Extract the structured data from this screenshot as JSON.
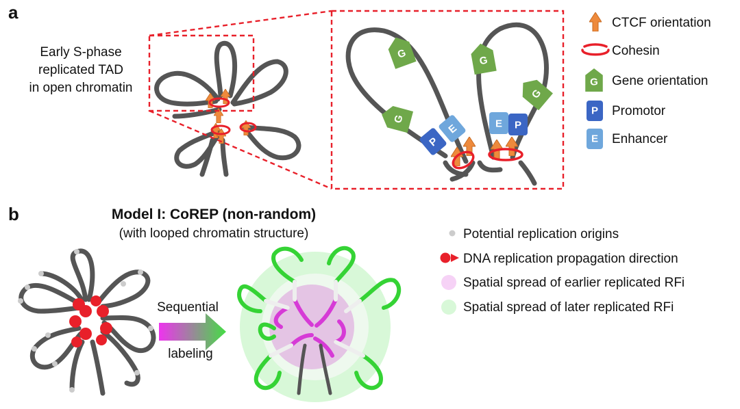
{
  "panel_a": {
    "label": "a",
    "tad_caption": [
      "Early S-phase",
      "replicated TAD",
      "in open chromatin"
    ],
    "legend": [
      {
        "icon": "ctcf-arrow-icon",
        "text": "CTCF orientation"
      },
      {
        "icon": "cohesin-ring-icon",
        "text": "Cohesin"
      },
      {
        "icon": "gene-tag-icon",
        "text": "Gene orientation"
      },
      {
        "icon": "promotor-box-icon",
        "text": "Promotor"
      },
      {
        "icon": "enhancer-box-icon",
        "text": "Enhancer"
      }
    ],
    "badges": {
      "gene": "G",
      "promotor": "P",
      "enhancer": "E"
    }
  },
  "panel_b": {
    "label": "b",
    "title": "Model I: CoREP (non-random)",
    "subtitle": "(with looped chromatin structure)",
    "arrow_label_top": "Sequential",
    "arrow_label_bottom": "labeling",
    "legend": [
      {
        "icon": "origin-dot-icon",
        "text": "Potential replication origins"
      },
      {
        "icon": "replication-direction-icon",
        "text": "DNA replication propagation direction"
      },
      {
        "icon": "magenta-spread-icon",
        "text": "Spatial spread of earlier replicated RFi"
      },
      {
        "icon": "green-spread-icon",
        "text": "Spatial spread of later replicated RFi"
      }
    ]
  },
  "colors": {
    "ctcf": "#ee8a3c",
    "cohesin": "#e8202a",
    "gene": "#6fa84a",
    "promotor": "#3b66c4",
    "enhancer": "#6fa7dc",
    "chromatin": "#555555",
    "early_spread": "#f6d2f6",
    "late_spread": "#d8f8d8"
  }
}
